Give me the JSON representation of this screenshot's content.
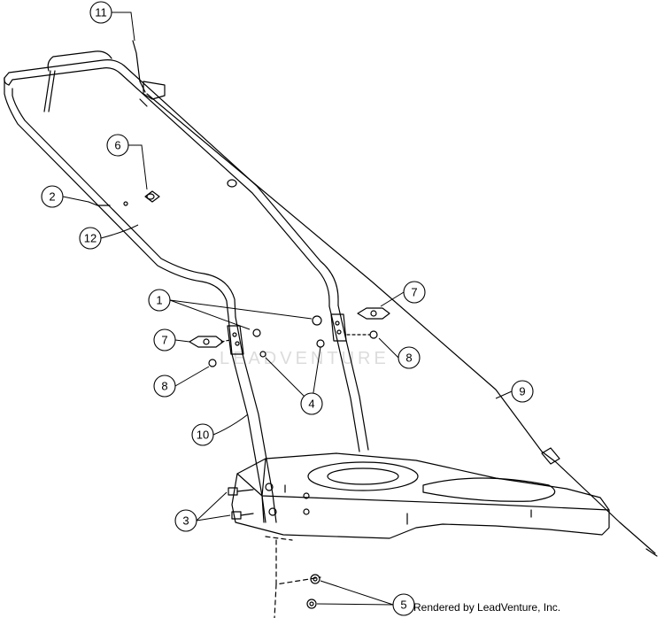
{
  "callouts": [
    {
      "id": "c1",
      "label": "1"
    },
    {
      "id": "c2",
      "label": "2"
    },
    {
      "id": "c3",
      "label": "3"
    },
    {
      "id": "c4",
      "label": "4"
    },
    {
      "id": "c5",
      "label": "5"
    },
    {
      "id": "c6",
      "label": "6"
    },
    {
      "id": "c7a",
      "label": "7"
    },
    {
      "id": "c7b",
      "label": "7"
    },
    {
      "id": "c8a",
      "label": "8"
    },
    {
      "id": "c8b",
      "label": "8"
    },
    {
      "id": "c9",
      "label": "9"
    },
    {
      "id": "c10",
      "label": "10"
    },
    {
      "id": "c11",
      "label": "11"
    },
    {
      "id": "c12",
      "label": "12"
    }
  ],
  "watermark": "LEADVENTURE",
  "credit": "Rendered by LeadVenture, Inc.",
  "colors": {
    "line": "#000000",
    "watermark": "#dcdcdc"
  }
}
